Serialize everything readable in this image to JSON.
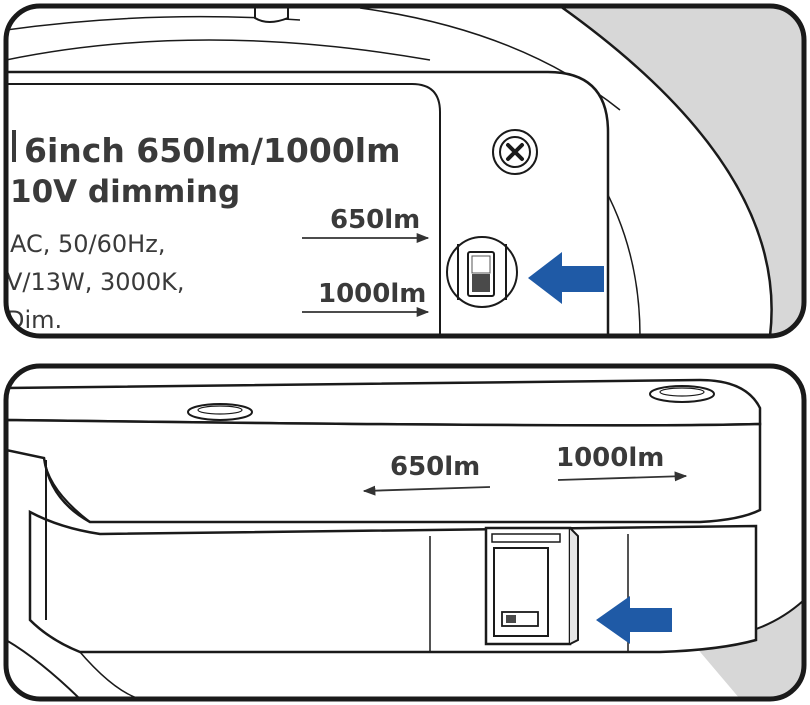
{
  "top_panel": {
    "label_lines": [
      "6inch 650lm/1000lm",
      "10V dimming",
      "AC, 50/60Hz,",
      "V/13W, 3000K,",
      "Dim."
    ],
    "switch_label_top": "650lm",
    "switch_label_bottom": "1000lm"
  },
  "bottom_panel": {
    "left_label": "650lm",
    "right_label": "1000lm"
  },
  "colors": {
    "arrow_blue": "#1f5aa6",
    "outline": "#1a1a1a",
    "shade_gray": "#d7d7d7",
    "switch_dark": "#4a4a4a"
  }
}
